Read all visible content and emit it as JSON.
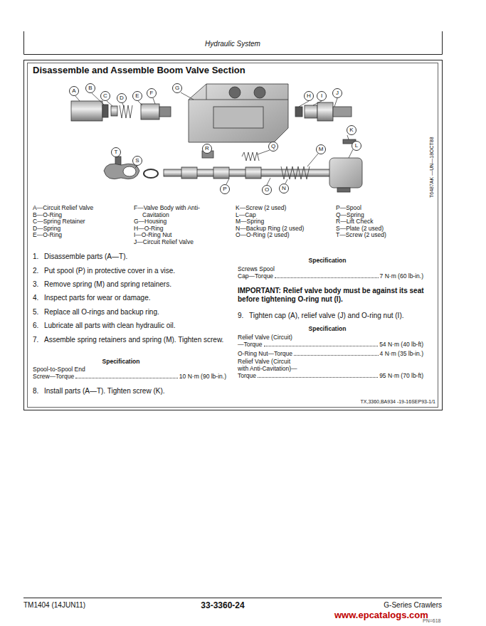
{
  "diagram": {
    "title": "Disassemble and Assemble Boom Valve Section",
    "nodes": [
      {
        "text": [
          "A"
        ]
      },
      {
        "text": [
          "B"
        ]
      },
      {
        "text": [
          "C"
        ]
      },
      {
        "text": [
          "D"
        ]
      },
      {
        "text": [
          "E"
        ]
      },
      {
        "text": [
          "F"
        ]
      },
      {
        "text": [
          "G"
        ]
      },
      {
        "text": [
          "H"
        ]
      },
      {
        "text": [
          "I"
        ]
      },
      {
        "text": [
          "J"
        ]
      },
      {
        "text": [
          "K"
        ]
      },
      {
        "text": [
          "L"
        ]
      },
      {
        "text": [
          "T"
        ]
      },
      {
        "text": [
          "S"
        ]
      },
      {
        "text": [
          "R"
        ]
      },
      {
        "text": [
          "Q"
        ]
      },
      {
        "text": [
          "M"
        ]
      },
      {
        "text": [
          "P"
        ]
      },
      {
        "text": [
          "O"
        ]
      },
      {
        "text": [
          "N"
        ]
      }
    ],
    "labels": [
      "Hydraulic System",
      "A—Circuit Relief Valve",
      "B—O-Ring",
      "C—Spring Retainer",
      "D—Spring",
      "E—O-Ring",
      "F—Valve Body with Anti-Cavitation",
      "G—Housing",
      "H—O-Ring",
      "I—O-Ring Nut",
      "J—Circuit Relief Valve",
      "K—Screw (2 used)",
      "L—Cap",
      "M—Spring",
      "N—Backup Ring (2 used)",
      "O—O-Ring (2 used)",
      "P—Spool",
      "Q—Spring",
      "R—Lift Check",
      "S—Plate (2 used)",
      "T—Screw (2 used)",
      "1.",
      "Disassemble parts (A—T).",
      "2.",
      "Put spool (P) in protective cover in a vise.",
      "3.",
      "Remove spring (M) and spring retainers.",
      "4.",
      "Inspect parts for wear or damage.",
      "5.",
      "Replace all O-rings and backup ring.",
      "6.",
      "Lubricate all parts with clean hydraulic oil.",
      "7.",
      "Assemble spring retainers and spring (M). Tighten screw.",
      "Specification",
      "Spool-to-Spool End Screw—Torque",
      "10 N·m (90 lb-in.)",
      "8.",
      "Install parts (A—T). Tighten screw (K).",
      "Specification",
      "Screws Spool Cap—Torque",
      "7 N·m (60 lb-in.)",
      "IMPORTANT: Relief valve body must be against its seat before tightening O-ring nut (I).",
      "9.",
      "Tighten cap (A), relief valve (J) and O-ring nut (I).",
      "Specification",
      "Relief Valve (Circuit)—Torque",
      "54 N·m (40 lb-ft)",
      "O-Ring Nut—Torque",
      "4 N·m (35 lb-in.)",
      "Relief Valve (Circuit with Anti-Cavitation)—Torque",
      "95 N·m (70 lb-ft)",
      "T6487AK —UN—18OCT88",
      "TX,3360,BA934 -19-16SEP93-1/1",
      "TM1404 (14JUN11)",
      "33-3360-24",
      "G-Series Crawlers",
      "www.epcatalogs.com",
      "PN=618"
    ]
  }
}
